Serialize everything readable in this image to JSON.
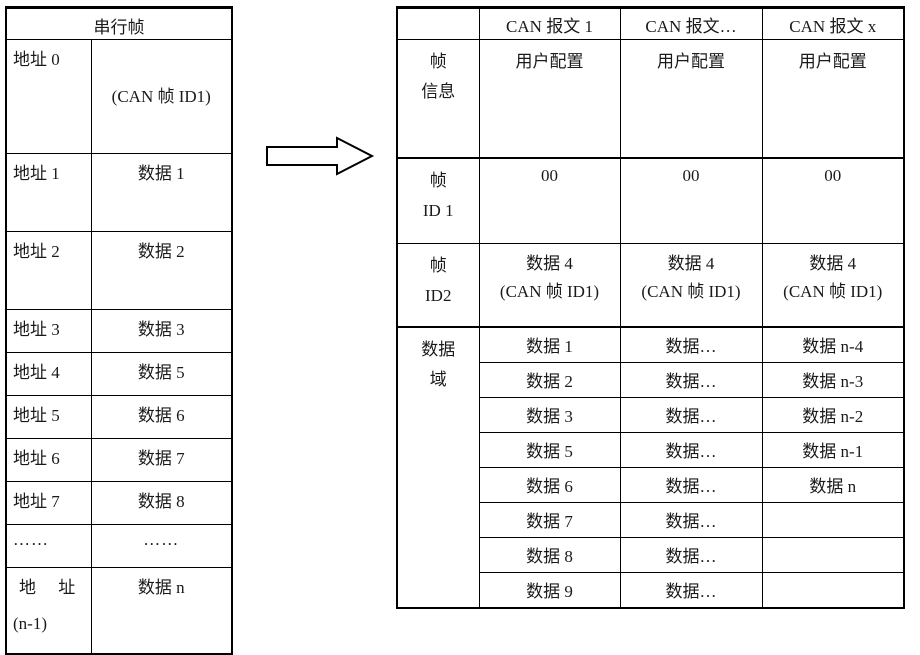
{
  "diagram": {
    "title_left": "串行帧",
    "arrow": "right-block-arrow"
  },
  "colors": {
    "blue": "#3636a8",
    "orange": "#e2702f",
    "border": "#000000",
    "background": "#ffffff"
  },
  "left_table": {
    "header": "串行帧",
    "rows": [
      {
        "address": "地址 0",
        "value": "(CAN 帧 ID1)",
        "color": "orange",
        "tall": true
      },
      {
        "address": "地址 1",
        "value": "数据 1",
        "color": "blue"
      },
      {
        "address": "地址 2",
        "value": "数据 2",
        "color": "blue"
      },
      {
        "address": "地址 3",
        "value": "数据 3",
        "color": "blue"
      },
      {
        "address": "地址 4",
        "value": "数据 5",
        "color": "blue"
      },
      {
        "address": "地址 5",
        "value": "数据 6",
        "color": "blue"
      },
      {
        "address": "地址 6",
        "value": "数据 7",
        "color": "blue"
      },
      {
        "address": "地址 7",
        "value": "数据 8",
        "color": "blue"
      },
      {
        "address": "……",
        "value": "……",
        "color": "plain"
      },
      {
        "address": "地 址",
        "address_line2": "(n-1)",
        "value": "数据 n",
        "color": "blue"
      }
    ]
  },
  "right_table": {
    "corner": "",
    "columns": [
      "CAN 报文 1",
      "CAN 报文…",
      "CAN 报文 x"
    ],
    "row_labels": {
      "frame_info": [
        "帧",
        "信息"
      ],
      "frame_id1": [
        "帧",
        "ID 1"
      ],
      "frame_id2": [
        "帧",
        "ID2"
      ],
      "data_field": [
        "数据",
        "域"
      ]
    },
    "frame_info_values": [
      "用户配置",
      "用户配置",
      "用户配置"
    ],
    "frame_id1_values": [
      "00",
      "00",
      "00"
    ],
    "frame_id2_values": [
      {
        "line1": "数据 4",
        "line2": "(CAN 帧 ID1)"
      },
      {
        "line1": "数据 4",
        "line2": "(CAN 帧 ID1)"
      },
      {
        "line1": "数据 4",
        "line2": "(CAN 帧 ID1)"
      }
    ],
    "data_rows": [
      {
        "c1": "数据 1",
        "c2": "数据…",
        "c3": "数据 n-4"
      },
      {
        "c1": "数据 2",
        "c2": "数据…",
        "c3": "数据 n-3"
      },
      {
        "c1": "数据 3",
        "c2": "数据…",
        "c3": "数据 n-2"
      },
      {
        "c1": "数据 5",
        "c2": "数据…",
        "c3": "数据 n-1"
      },
      {
        "c1": "数据 6",
        "c2": "数据…",
        "c3": "数据 n"
      },
      {
        "c1": "数据 7",
        "c2": "数据…",
        "c3": ""
      },
      {
        "c1": "数据 8",
        "c2": "数据…",
        "c3": ""
      },
      {
        "c1": "数据 9",
        "c2": "数据…",
        "c3": ""
      }
    ]
  }
}
